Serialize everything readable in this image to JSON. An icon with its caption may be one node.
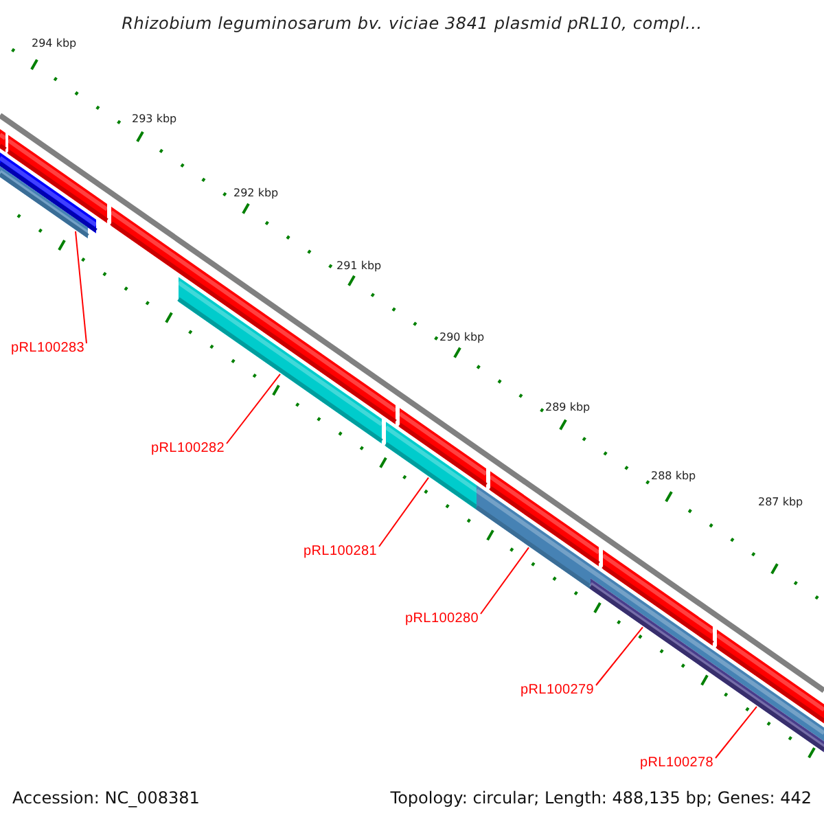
{
  "diagram": {
    "title": "Rhizobium leguminosarum bv. viciae 3841 plasmid pRL10, compl...",
    "nodes": [
      {
        "text": [
          "pRL100283"
        ]
      },
      {
        "text": [
          "pRL100282"
        ]
      },
      {
        "text": [
          "pRL100281"
        ]
      },
      {
        "text": [
          "pRL100280"
        ]
      },
      {
        "text": [
          "pRL100279"
        ]
      },
      {
        "text": [
          "pRL100278"
        ]
      },
      {
        "text": [],
        "shape": "bar"
      },
      {
        "text": [],
        "shape": "bar"
      },
      {
        "text": [],
        "shape": "bar"
      },
      {
        "text": [],
        "shape": "bar"
      },
      {
        "text": [],
        "shape": "bar"
      },
      {
        "text": [],
        "shape": "bar"
      },
      {
        "text": [],
        "shape": "bar"
      },
      {
        "text": [],
        "shape": "bar"
      },
      {
        "text": [],
        "shape": "bar"
      },
      {
        "text": [],
        "shape": "bar"
      },
      {
        "text": [],
        "shape": "bar"
      },
      {
        "text": [],
        "shape": "bar"
      },
      {
        "text": [],
        "shape": "bar"
      }
    ],
    "edges": [
      {
        "from": 0,
        "to": 14,
        "arrow": "none",
        "color": "#ff0000"
      },
      {
        "from": 1,
        "to": 15,
        "arrow": "none",
        "color": "#ff0000"
      },
      {
        "from": 2,
        "to": 16,
        "arrow": "none",
        "color": "#ff0000"
      },
      {
        "from": 3,
        "to": 17,
        "arrow": "none",
        "color": "#ff0000"
      },
      {
        "from": 4,
        "to": 18,
        "arrow": "none",
        "color": "#ff0000"
      },
      {
        "from": 5,
        "to": 18,
        "arrow": "none",
        "color": "#ff0000"
      }
    ],
    "labels": [
      "294 kbp",
      "293 kbp",
      "292 kbp",
      "291 kbp",
      "290 kbp",
      "289 kbp",
      "288 kbp",
      "287 kbp",
      "Accession: NC_008381",
      "Topology: circular; Length: 488,135 bp; Genes: 442"
    ]
  }
}
